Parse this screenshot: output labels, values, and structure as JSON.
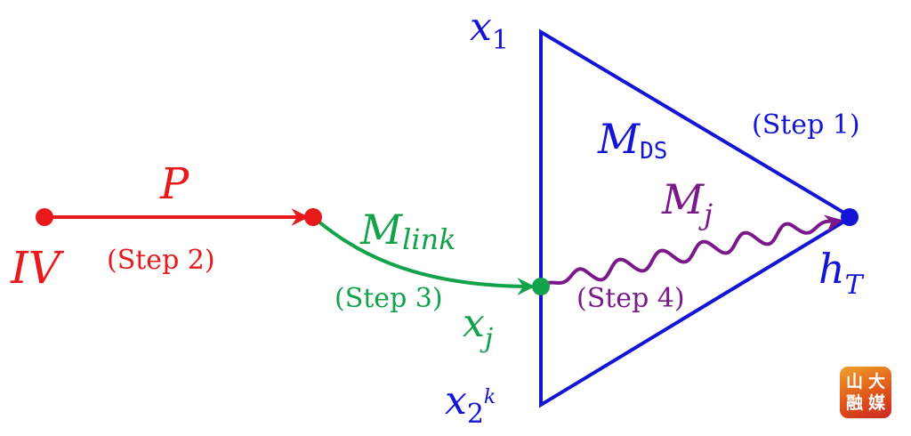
{
  "colors": {
    "red": "#e8191b",
    "green": "#11a24a",
    "blue": "#1414d4",
    "purple": "#7a1a8a",
    "logo_orange": "#e0561b"
  },
  "nodes": {
    "iv": {
      "label": "IV",
      "color": "red"
    },
    "p_end": {
      "color": "red"
    },
    "xj": {
      "label_base": "x",
      "label_sub": "j",
      "color": "green"
    },
    "ht": {
      "label_base": "h",
      "label_sub": "T",
      "color": "blue"
    }
  },
  "vertices": {
    "x1": {
      "base": "x",
      "sub": "1"
    },
    "x2k": {
      "base": "x",
      "sub": "2",
      "sup": "k"
    }
  },
  "edges": {
    "p": {
      "label": "P",
      "step": "(Step 2)"
    },
    "mlink": {
      "label_base": "M",
      "label_sub": "link",
      "step": "(Step 3)"
    },
    "mj": {
      "label_base": "M",
      "label_sub": "j",
      "step": "(Step 4)"
    },
    "mds": {
      "label_base": "M",
      "label_sub": "DS",
      "step": "(Step 1)"
    }
  },
  "logo": {
    "chars": [
      "山",
      "大",
      "融",
      "媒"
    ]
  }
}
